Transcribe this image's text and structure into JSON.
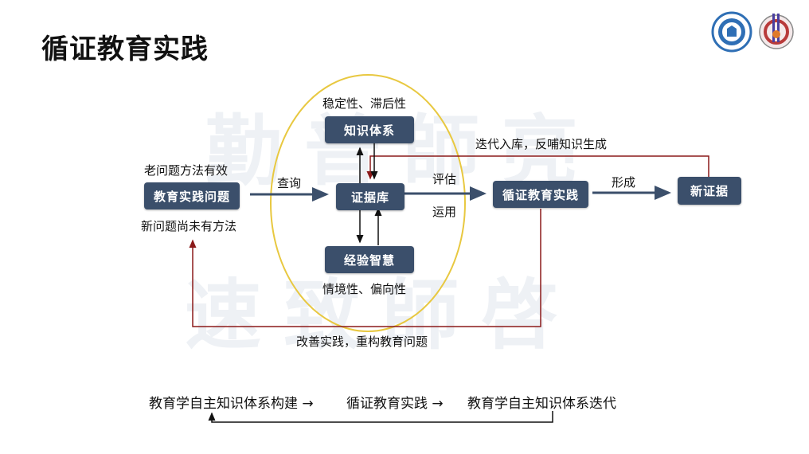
{
  "title": "循证教育实践",
  "watermark": {
    "line1": "勤普師亮",
    "line2": "速致師啓"
  },
  "logos": {
    "left_icon": "university-seal-icon",
    "right_icon": "institute-emblem-icon"
  },
  "nodes": {
    "practice_problem": "教育实践问题",
    "knowledge_system": "知识体系",
    "evidence_base": "证据库",
    "experience_wisdom": "经验智慧",
    "ebe_practice": "循证教育实践",
    "new_evidence": "新证据"
  },
  "labels": {
    "old_problem": "老问题方法有效",
    "new_problem": "新问题尚未有方法",
    "query": "查询",
    "stability": "稳定性、滞后性",
    "situational": "情境性、偏向性",
    "evaluate": "评估",
    "apply": "运用",
    "iterate": "迭代入库，反哺知识生成",
    "form": "形成",
    "improve": "改善实践，重构教育问题"
  },
  "bottom_flow": {
    "step1": "教育学自主知识体系构建 →",
    "step2": "循证教育实践 →",
    "step3": "教育学自主知识体系迭代"
  },
  "colors": {
    "box": "#3b4f6b",
    "main_arrow": "#3b4f6b",
    "feedback_arrow": "#8b1a1a",
    "ellipse": "#e8c840"
  }
}
